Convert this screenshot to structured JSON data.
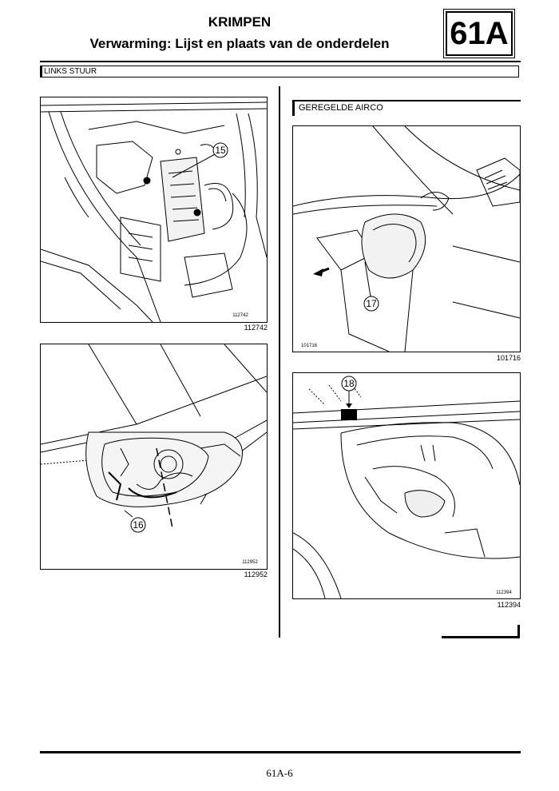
{
  "header": {
    "title": "KRIMPEN",
    "subtitle": "Verwarming: Lijst en plaats van de onderdelen",
    "section_code": "61A"
  },
  "section_bar": "LINKS STUUR",
  "right_column": {
    "subheading": "GEREGELDE AIRCO"
  },
  "figures": [
    {
      "ref": "112742",
      "inner_ref": "112742",
      "callout": "15"
    },
    {
      "ref": "112952",
      "inner_ref": "112952",
      "callout": "16"
    },
    {
      "ref": "101716",
      "inner_ref": "101716",
      "callout": "17"
    },
    {
      "ref": "112394",
      "inner_ref": "112394",
      "callout": "18"
    }
  ],
  "footer": {
    "page_number": "61A-6"
  }
}
